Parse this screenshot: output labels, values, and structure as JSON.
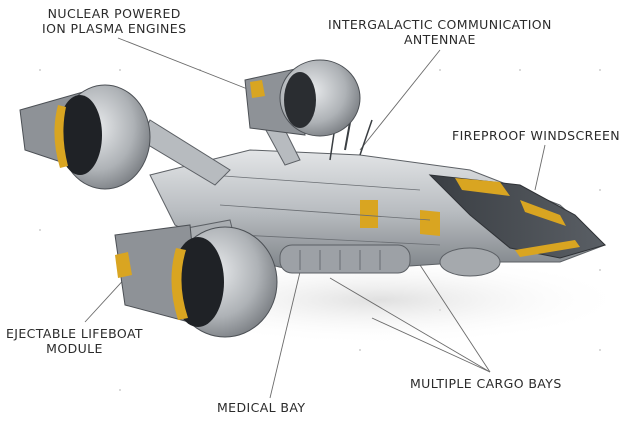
{
  "labels": {
    "engines": {
      "line1": "NUCLEAR POWERED",
      "line2": "ION PLASMA ENGINES"
    },
    "antennae": {
      "line1": "INTERGALACTIC COMMUNICATION",
      "line2": "ANTENNAE"
    },
    "windscreen": {
      "line1": "FIREPROOF WINDSCREEN"
    },
    "lifeboat": {
      "line1": "EJECTABLE LIFEBOAT",
      "line2": "MODULE"
    },
    "cargo": {
      "line1": "MULTIPLE CARGO BAYS"
    },
    "medical": {
      "line1": "MEDICAL BAY"
    }
  },
  "colors": {
    "hull": "#c9cccf",
    "hull_dark": "#4a4e53",
    "accent": "#d9a521",
    "text": "#2b2b2b",
    "leader": "#6b6b6b"
  }
}
